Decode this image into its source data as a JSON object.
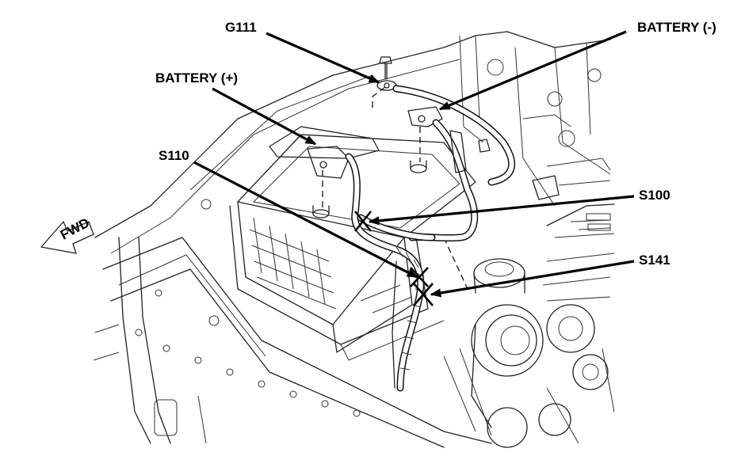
{
  "callouts": {
    "g111": "G111",
    "battery_neg": "BATTERY (-)",
    "battery_pos": "BATTERY (+)",
    "s110": "S110",
    "s100": "S100",
    "s141": "S141"
  },
  "fwd_label": "FWD"
}
